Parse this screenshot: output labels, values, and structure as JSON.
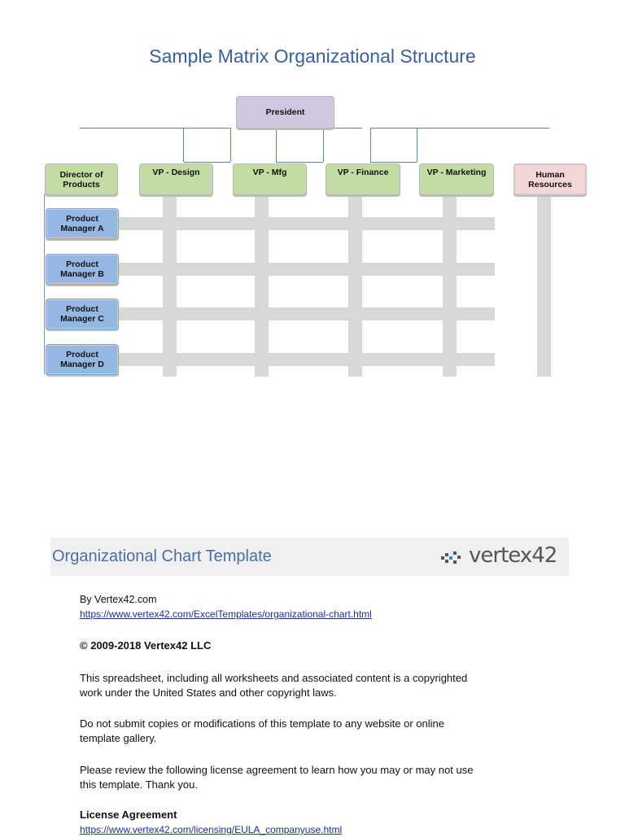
{
  "title": "Sample Matrix Organizational Structure",
  "chart": {
    "president": "President",
    "director": "Director of\nProducts",
    "vps": [
      "VP - Design",
      "VP - Mfg",
      "VP - Finance",
      "VP - Marketing"
    ],
    "hr": "Human\nResources",
    "managers": [
      "Product\nManager A",
      "Product\nManager B",
      "Product\nManager C",
      "Product\nManager D"
    ]
  },
  "banner": {
    "title": "Organizational Chart Template",
    "logo": "vertex42"
  },
  "info": {
    "by": "By Vertex42.com",
    "url": "https://www.vertex42.com/ExcelTemplates/organizational-chart.html",
    "copyright": "© 2009-2018 Vertex42 LLC",
    "para1_line1": "This spreadsheet, including all worksheets and associated content is a copyrighted",
    "para1_line2": "work under the United States and other copyright laws.",
    "para2_line1": "Do not submit copies or modifications of this template to any website or online",
    "para2_line2": "template gallery.",
    "para3_line1": "Please review the following license agreement to learn how you may or may not use",
    "para3_line2": "this template. Thank you.",
    "license_heading": "License Agreement",
    "license_url": "https://www.vertex42.com/licensing/EULA_companyuse.html"
  }
}
